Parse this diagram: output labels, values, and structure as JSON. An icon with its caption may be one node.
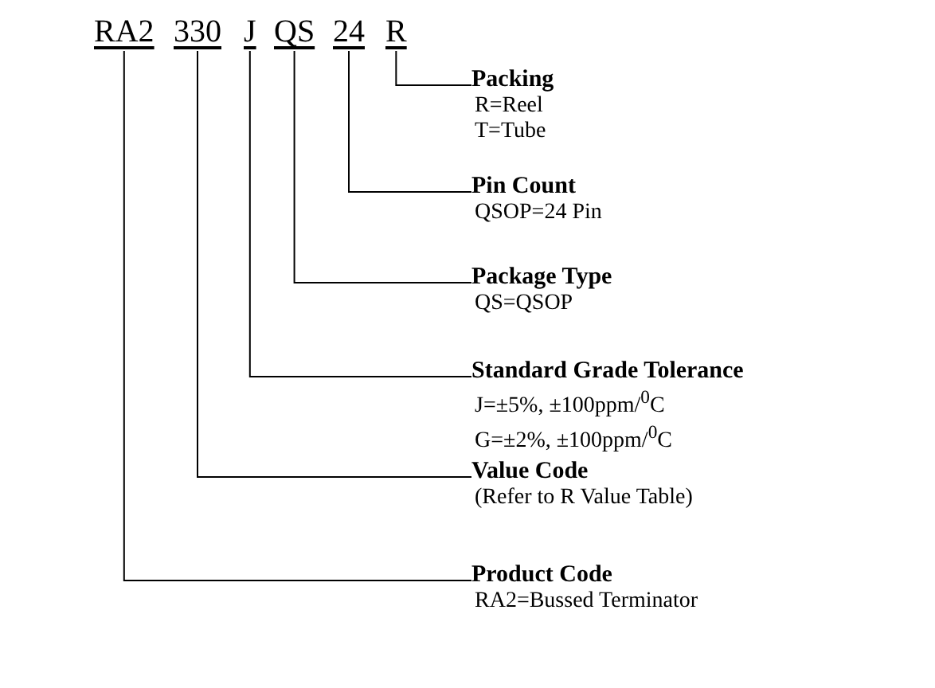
{
  "diagram": {
    "nodes": [
      {
        "text": [
          "RA2"
        ]
      },
      {
        "text": [
          "330"
        ]
      },
      {
        "text": [
          "J"
        ]
      },
      {
        "text": [
          "QS"
        ]
      },
      {
        "text": [
          "24"
        ]
      },
      {
        "text": [
          "R"
        ]
      },
      {
        "text": [
          "Packing",
          "R=Reel",
          "T=Tube"
        ]
      },
      {
        "text": [
          "Pin Count",
          "QSOP=24 Pin"
        ]
      },
      {
        "text": [
          "Package Type",
          "QS=QSOP"
        ]
      },
      {
        "text": [
          "Standard Grade Tolerance",
          "J=±5%, ±100ppm/$^{0}$C",
          "G=±2%, ±100ppm/$^{0}$C"
        ]
      },
      {
        "text": [
          "Value Code",
          "(Refer to R Value Table)"
        ]
      },
      {
        "text": [
          "Product Code",
          "RA2=Bussed Terminator"
        ]
      }
    ],
    "edges": [
      {
        "from": 5,
        "to": 6,
        "arrow": "none"
      },
      {
        "from": 4,
        "to": 7,
        "arrow": "none"
      },
      {
        "from": 3,
        "to": 8,
        "arrow": "none"
      },
      {
        "from": 2,
        "to": 9,
        "arrow": "none"
      },
      {
        "from": 1,
        "to": 10,
        "arrow": "none"
      },
      {
        "from": 0,
        "to": 11,
        "arrow": "none"
      }
    ]
  }
}
